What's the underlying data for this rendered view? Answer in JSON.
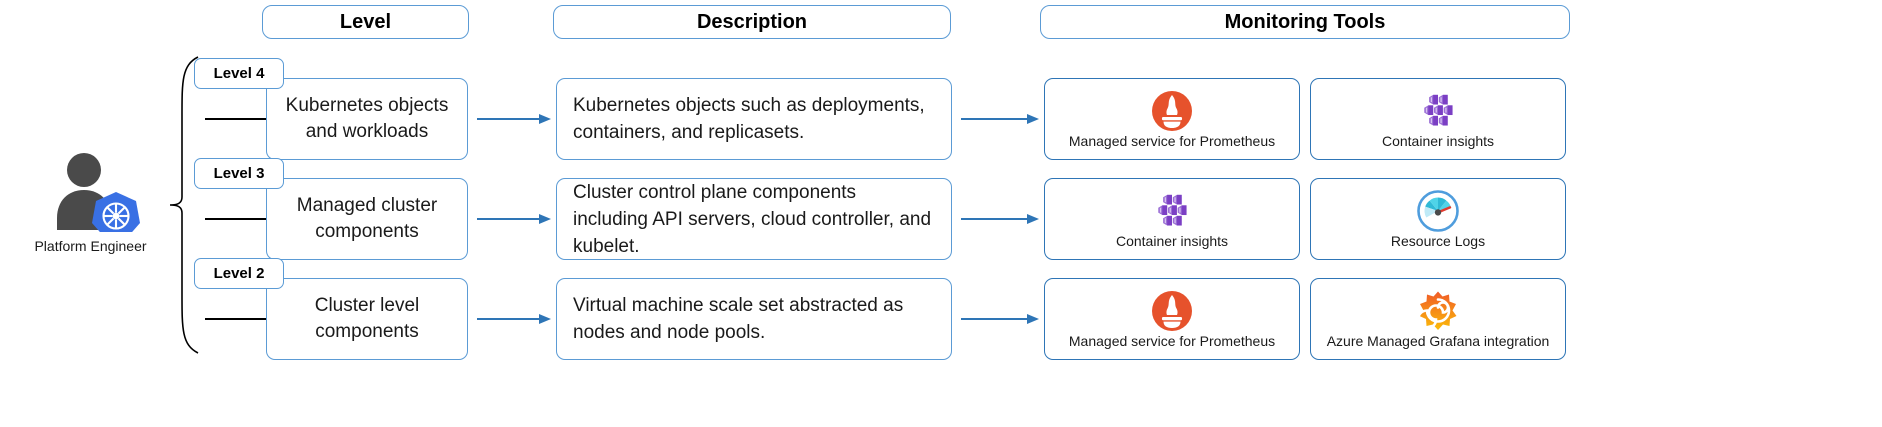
{
  "headers": {
    "level": "Level",
    "description": "Description",
    "monitoring_tools": "Monitoring Tools"
  },
  "persona": {
    "label": "Platform Engineer",
    "icon": "platform-engineer-kubernetes-icon"
  },
  "colors": {
    "box_border": "#5b9bd5",
    "card_border": "#2e75b6",
    "arrow": "#2e75b6",
    "prometheus": "#e6522c",
    "container_insights": "#8661c5",
    "resource_logs": "#50a0e0",
    "grafana_orange": "#f05a28",
    "grafana_yellow": "#fbbc09",
    "kubernetes_blue": "#3970e4",
    "persona_gray": "#4a4a4a",
    "text": "#1a1a1a"
  },
  "rows": [
    {
      "badge": "Level 4",
      "level": "Kubernetes objects and workloads",
      "description": "Kubernetes objects such as deployments, containers, and replicasets.",
      "tools": [
        {
          "label": "Managed service for Prometheus",
          "icon": "prometheus-icon"
        },
        {
          "label": "Container insights",
          "icon": "container-insights-icon"
        }
      ]
    },
    {
      "badge": "Level 3",
      "level": "Managed cluster components",
      "description": "Cluster control plane components including API servers, cloud controller, and kubelet.",
      "tools": [
        {
          "label": "Container insights",
          "icon": "container-insights-icon"
        },
        {
          "label": "Resource Logs",
          "icon": "resource-logs-gauge-icon"
        }
      ]
    },
    {
      "badge": "Level 2",
      "level": "Cluster level components",
      "description": "Virtual machine scale set abstracted as nodes and node pools.",
      "tools": [
        {
          "label": "Managed service for Prometheus",
          "icon": "prometheus-icon"
        },
        {
          "label": "Azure Managed Grafana integration",
          "icon": "grafana-icon"
        }
      ]
    }
  ]
}
